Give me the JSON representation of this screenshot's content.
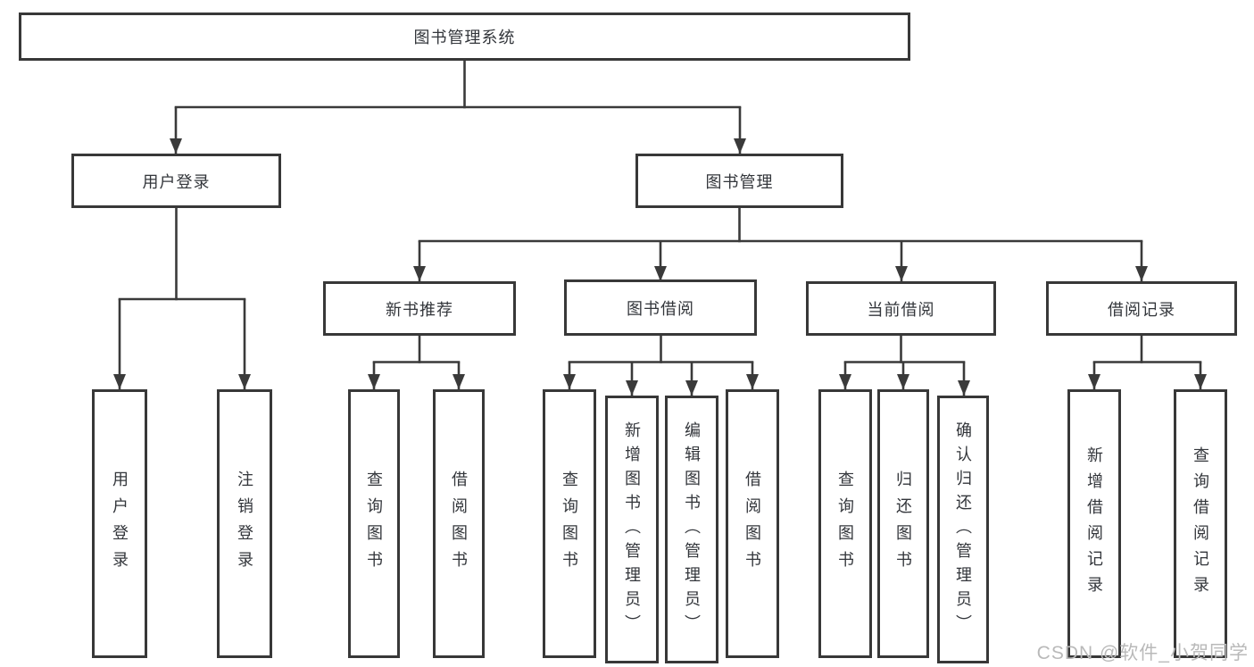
{
  "title": "图书管理系统",
  "colors": {
    "line": "#3a3a3a",
    "border": "#383838",
    "text": "#33363b",
    "background": "#ffffff",
    "watermark": "#b9b9b9"
  },
  "tree": {
    "root": "图书管理系统",
    "level2": [
      {
        "label": "用户登录",
        "children": [
          "用户登录",
          "注销登录"
        ]
      },
      {
        "label": "图书管理",
        "children": [
          {
            "label": "新书推荐",
            "children": [
              "查询图书",
              "借阅图书"
            ]
          },
          {
            "label": "图书借阅",
            "children": [
              "查询图书",
              "新增图书（管理员）",
              "编辑图书（管理员）",
              "借阅图书"
            ]
          },
          {
            "label": "当前借阅",
            "children": [
              "查询图书",
              "归还图书",
              "确认归还（管理员）"
            ]
          },
          {
            "label": "借阅记录",
            "children": [
              "新增借阅记录",
              "查询借阅记录"
            ]
          }
        ]
      }
    ]
  },
  "watermark": {
    "text": "CSDN @软件_小贺同学"
  }
}
